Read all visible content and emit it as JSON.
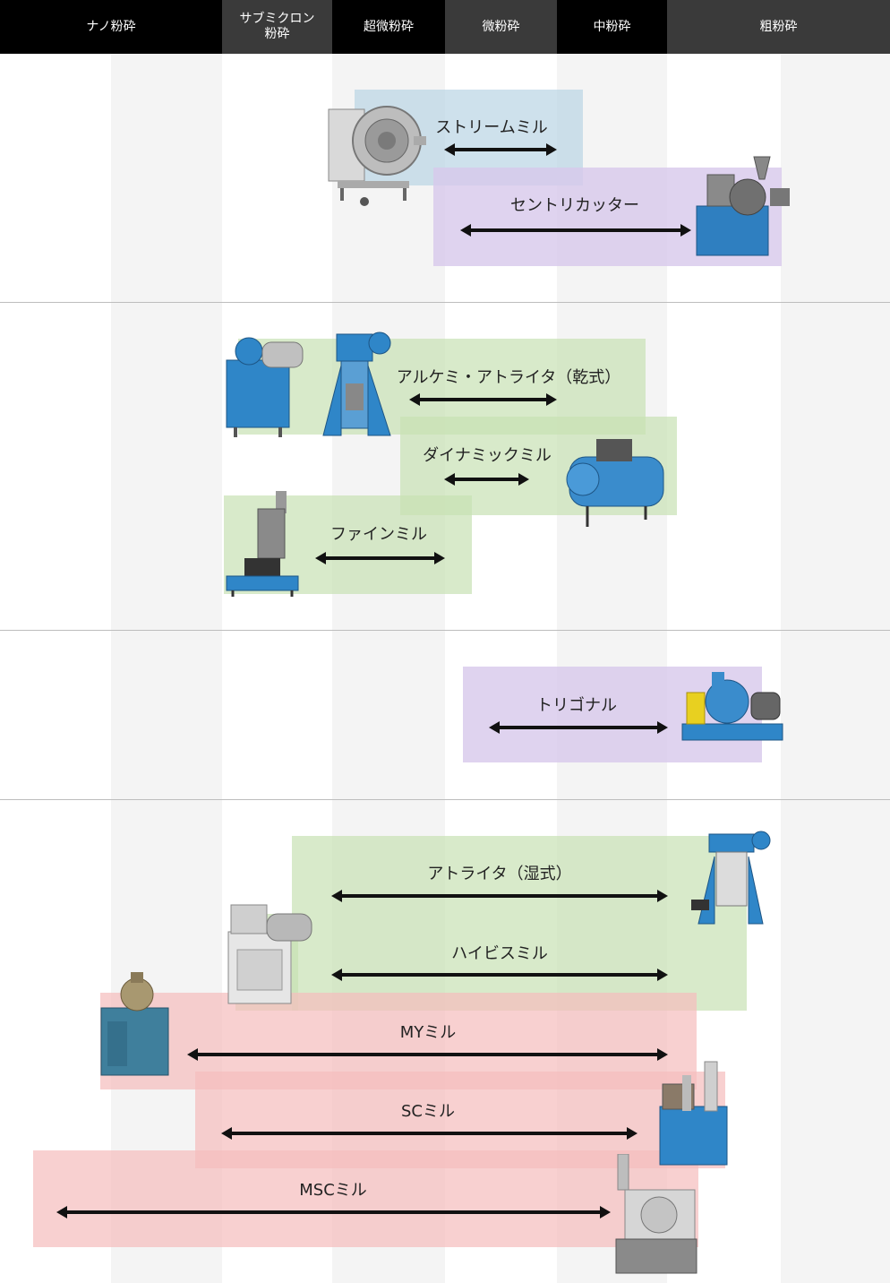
{
  "header": {
    "columns": [
      {
        "label": "ナノ粉砕"
      },
      {
        "label": "サブミクロン\n粉砕"
      },
      {
        "label": "超微粉砕"
      },
      {
        "label": "微粉砕"
      },
      {
        "label": "中粉砕"
      },
      {
        "label": "粗粉砕"
      }
    ]
  },
  "mills": [
    {
      "name": "ストリームミル"
    },
    {
      "name": "セントリカッター"
    },
    {
      "name": "アルケミ・アトライタ（乾式）"
    },
    {
      "name": "ダイナミックミル"
    },
    {
      "name": "ファインミル"
    },
    {
      "name": "トリゴナル"
    },
    {
      "name": "アトライタ（湿式）"
    },
    {
      "name": "ハイビスミル"
    },
    {
      "name": "MYミル"
    },
    {
      "name": "SCミル"
    },
    {
      "name": "MSCミル"
    }
  ],
  "colors": {
    "header_dark": "#000000",
    "header_gray": "#3a3a3a",
    "dry_blue": "#bed7e6",
    "purple": "#d7c8eb",
    "green": "#c8e1b4",
    "red": "#f5bebe"
  }
}
